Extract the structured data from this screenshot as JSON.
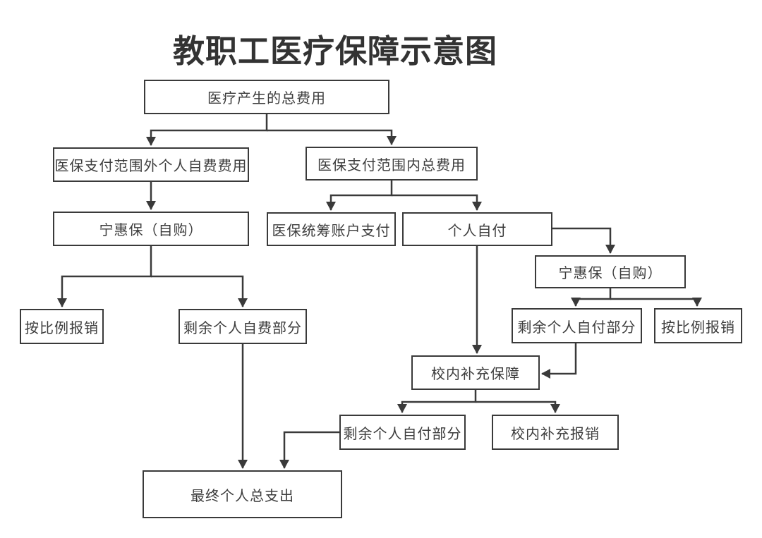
{
  "title": "教职工医疗保障示意图",
  "diagram": {
    "nodes": [
      {
        "id": "total-cost",
        "label": "医疗产生的总费用"
      },
      {
        "id": "outside-scope",
        "label": "医保支付范围外个人自费费用"
      },
      {
        "id": "inside-scope",
        "label": "医保支付范围内总费用"
      },
      {
        "id": "ninghuibao-left",
        "label": "宁惠保（自购）"
      },
      {
        "id": "pooled-account",
        "label": "医保统筹账户支付"
      },
      {
        "id": "self-pay",
        "label": "个人自付"
      },
      {
        "id": "ninghuibao-right",
        "label": "宁惠保（自购）"
      },
      {
        "id": "prorata-left",
        "label": "按比例报销"
      },
      {
        "id": "remaining-fee",
        "label": "剩余个人自费部分"
      },
      {
        "id": "remaining-pay-r",
        "label": "剩余个人自付部分"
      },
      {
        "id": "prorata-right",
        "label": "按比例报销"
      },
      {
        "id": "school-supp",
        "label": "校内补充保障"
      },
      {
        "id": "remaining-pay-b",
        "label": "剩余个人自付部分"
      },
      {
        "id": "school-reimb",
        "label": "校内补充报销"
      },
      {
        "id": "final-total",
        "label": "最终个人总支出"
      }
    ],
    "colors": {
      "line": "#3a3a3a",
      "box_border": "#3a3a3a",
      "text": "#3d3d3d",
      "title_text": "#333333",
      "background": "#ffffff"
    }
  }
}
